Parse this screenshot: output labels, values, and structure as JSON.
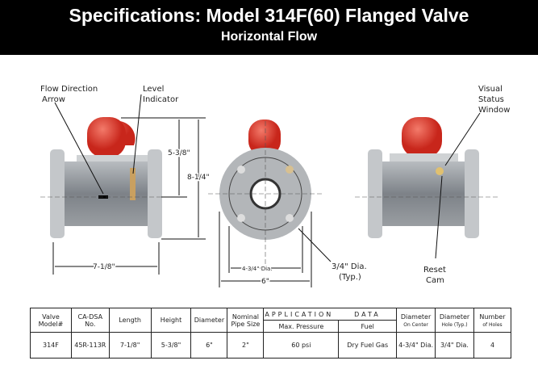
{
  "title": "Specifications: Model 314F(60) Flanged Valve",
  "subtitle": "Horizontal Flow",
  "callouts": {
    "flow_1": "Flow Direction",
    "flow_2": "Arrow",
    "level_1": "Level",
    "level_2": "Indicator",
    "visual_1": "Visual",
    "visual_2": "Status",
    "visual_3": "Window",
    "reset_1": "Reset",
    "reset_2": "Cam",
    "hole_1": "3/4\" Dia.",
    "hole_2": "(Typ.)"
  },
  "dimensions": {
    "height": "5-3/8\"",
    "overall_height": "8-1/4\"",
    "length": "7-1/8\"",
    "bolt_circle": "4-3/4\" Dia.",
    "diameter": "6\""
  },
  "table": {
    "headers": {
      "model": [
        "Valve",
        "Model#"
      ],
      "ca": [
        "CA-DSA",
        "No."
      ],
      "length": "Length",
      "height": "Height",
      "diameter": "Diameter",
      "pipe": [
        "Nominal",
        "Pipe Size"
      ],
      "app": "APPLICATION",
      "data": "DATA",
      "pressure": "Max. Pressure",
      "fuel": "Fuel",
      "oncenter": [
        "Diameter",
        "On Center"
      ],
      "hole": [
        "Diameter",
        "Hole (Typ.)"
      ],
      "holes": [
        "Number",
        "of Holes"
      ]
    },
    "row": {
      "model": "314F",
      "ca": "45R-113R",
      "length": "7-1/8\"",
      "height": "5-3/8\"",
      "diameter": "6\"",
      "pipe": "2\"",
      "pressure": "60 psi",
      "fuel": "Dry Fuel Gas",
      "oncenter": "4-3/4\" Dia.",
      "hole": "3/4\" Dia.",
      "holes": "4"
    }
  }
}
